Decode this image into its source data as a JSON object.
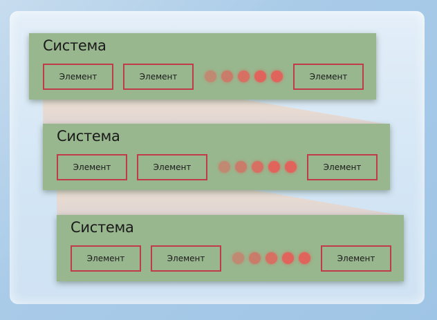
{
  "systems": [
    {
      "title": "Система",
      "elements": [
        "Элемент",
        "Элемент",
        "Элемент"
      ],
      "dot_count": 5
    },
    {
      "title": "Система",
      "elements": [
        "Элемент",
        "Элемент",
        "Элемент"
      ],
      "dot_count": 5
    },
    {
      "title": "Система",
      "elements": [
        "Элемент",
        "Элемент",
        "Элемент"
      ],
      "dot_count": 5
    }
  ],
  "colors": {
    "panel": "#98b78e",
    "element_border": "#c13a4a",
    "dot": "#e0645c",
    "background": "#a9cbe8"
  }
}
